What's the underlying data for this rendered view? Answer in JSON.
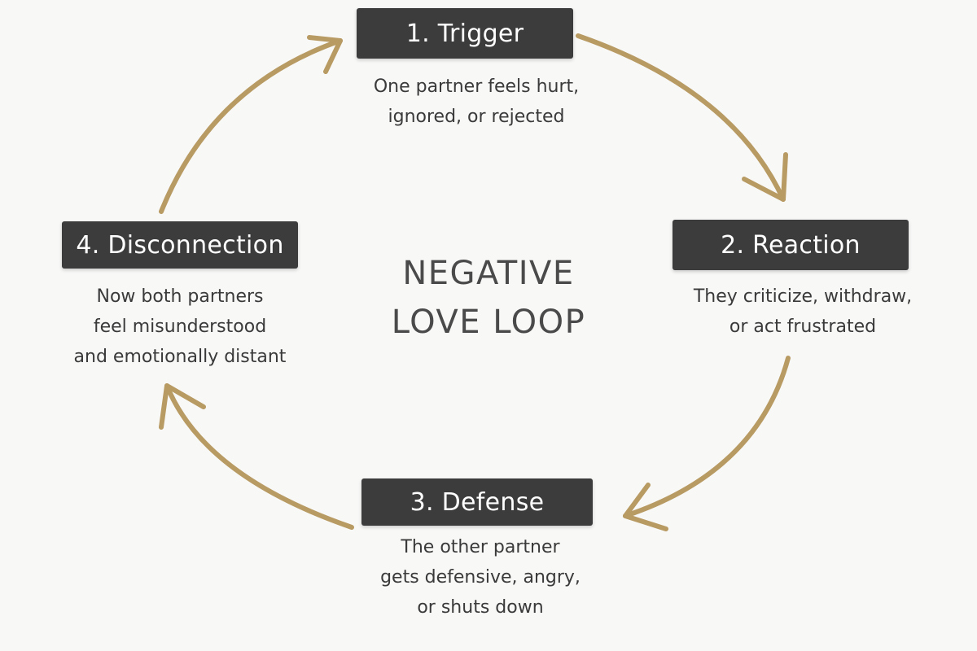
{
  "title": {
    "line1": "NEGATIVE",
    "line2": "LOVE LOOP"
  },
  "stages": [
    {
      "label": "1. Trigger",
      "lines": [
        "One partner feels hurt,",
        "ignored, or rejected"
      ]
    },
    {
      "label": "2. Reaction",
      "lines": [
        "They criticize, withdraw,",
        "or act frustrated"
      ]
    },
    {
      "label": "3. Defense",
      "lines": [
        "The other partner",
        "gets defensive, angry,",
        "or shuts down"
      ]
    },
    {
      "label": "4. Disconnection",
      "lines": [
        "Now both partners",
        "feel misunderstood",
        "and emotionally distant"
      ]
    }
  ],
  "colors": {
    "box": "#3c3c3c",
    "arrow": "#b89a63",
    "background": "#f8f8f7"
  }
}
